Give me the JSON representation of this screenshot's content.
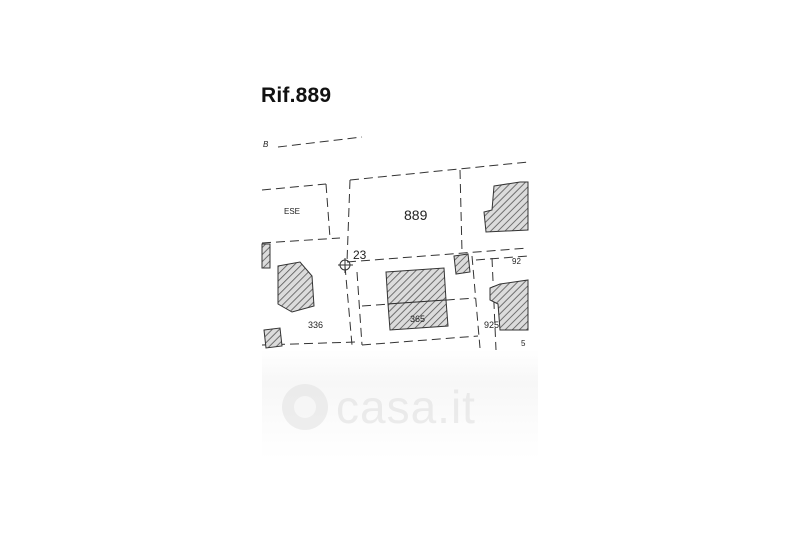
{
  "title": "Rif.889",
  "map": {
    "labels": {
      "main_parcel": "889",
      "point_23": "23",
      "parcel_left": "336",
      "parcel_house": "365",
      "parcel_right": "925",
      "parcel_top_left": "ESE",
      "parcel_road": "B",
      "frag_right_1": "92",
      "frag_right_2": "5"
    }
  },
  "watermark": {
    "text": "casa.it"
  },
  "colors": {
    "line": "#333333",
    "hatch": "#555555",
    "background": "#ffffff"
  }
}
